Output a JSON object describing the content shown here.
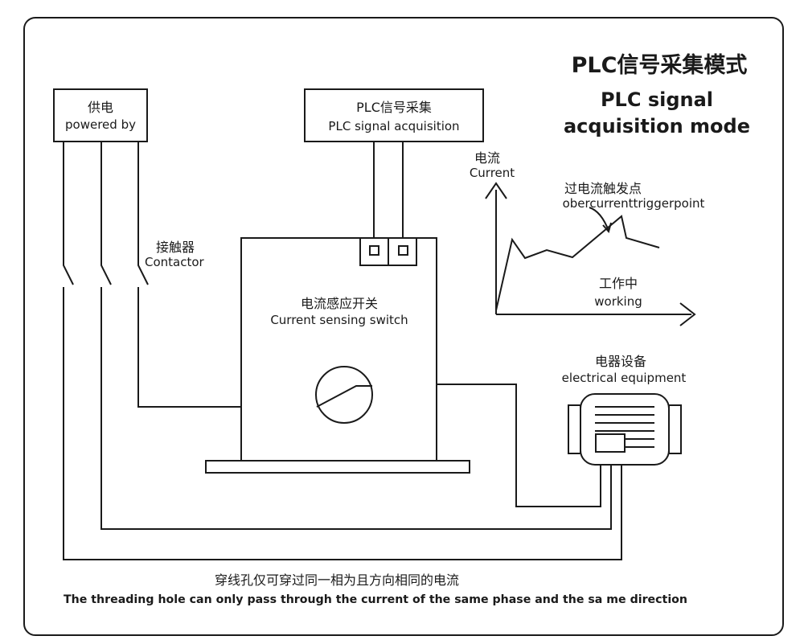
{
  "title": {
    "cn": "PLC信号采集模式",
    "en_line1": "PLC signal",
    "en_line2": "acquisition mode"
  },
  "power_supply": {
    "cn": "供电",
    "en": "powered by"
  },
  "plc": {
    "cn": "PLC信号采集",
    "en": "PLC signal acquisition"
  },
  "contactor": {
    "cn": "接触器",
    "en": "Contactor"
  },
  "switch": {
    "cn": "电流感应开关",
    "en": "Current sensing switch"
  },
  "equipment": {
    "cn": "电器设备",
    "en": "electrical equipment"
  },
  "graph": {
    "y_cn": "电流",
    "y_en": "Current",
    "trigger_cn": "过电流触发点",
    "trigger_en": "obercurrenttriggerpoint",
    "working_cn": "工作中",
    "working_en": "working"
  },
  "footer": {
    "cn": "穿线孔仅可穿过同一相为且方向相同的电流",
    "en": "The threading hole can only pass through the current of the same phase and the sa me direction"
  }
}
